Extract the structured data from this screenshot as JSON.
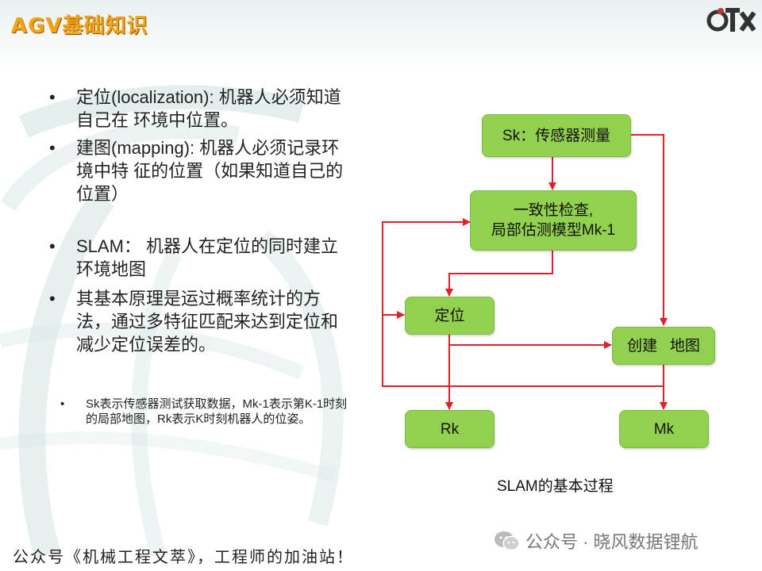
{
  "header": {
    "title": "AGV基础知识"
  },
  "bullets": [
    {
      "dot": "•",
      "text": "定位(localization): 机器人必须知道自己在 环境中位置。"
    },
    {
      "dot": "•",
      "text": "建图(mapping): 机器人必须记录环境中特 征的位置（如果知道自己的位置）"
    },
    {
      "dot": "•",
      "text": "SLAM： 机器人在定位的同时建立环境地图"
    },
    {
      "dot": "•",
      "text": "其基本原理是运过概率统计的方法，通过多特征匹配来达到定位和减少定位误差的。"
    },
    {
      "dot": "•",
      "text": "Sk表示传感器测试获取数据，Mk-1表示第K-1时刻的局部地图，Rk表示K时刻机器人的位姿。"
    }
  ],
  "diagram": {
    "nodes": {
      "sensor": "Sk：传感器测量",
      "consistency_line1": "一致性检查,",
      "consistency_line2": "局部估测模型Mk-1",
      "localization": "定位",
      "mapping": "创建   地图",
      "rk": "Rk",
      "mk": "Mk"
    },
    "caption": "SLAM的基本过程",
    "colors": {
      "node_fill": "#92d050",
      "arrow": "#e0202a"
    }
  },
  "footer": {
    "left": "公众号《机械工程文萃》，工程师的加油站！",
    "right": "公众号 · 晓风数据锂航"
  }
}
